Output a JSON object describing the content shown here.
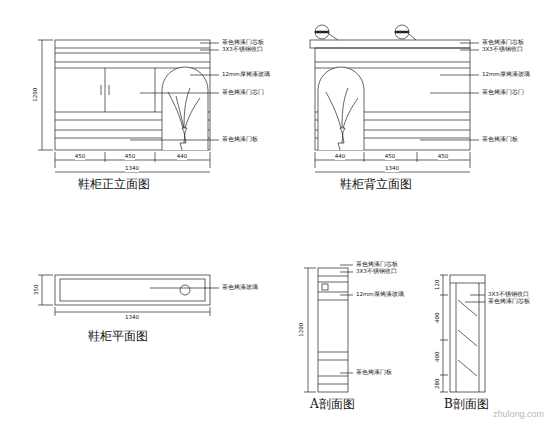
{
  "diagram": {
    "labels": [
      "茶色烤漆门芯板",
      "3X3不锈钢收口",
      "12mm厚烤漆玻璃",
      "茶色烤漆门芯门",
      "茶色烤漆门板",
      "450",
      "450",
      "440",
      "1340",
      "1200",
      "鞋柜正立面图",
      "茶色烤漆门芯板",
      "3X3不锈钢收口",
      "12mm厚烤漆玻璃",
      "茶色烤漆门芯门",
      "茶色烤漆门板",
      "440",
      "450",
      "450",
      "1340",
      "鞋柜背立面图",
      "茶色烤漆玻璃",
      "350",
      "1340",
      "鞋柜平面图",
      "茶色烤漆门芯板",
      "3X3不锈钢收口",
      "12mm厚烤漆玻璃",
      "茶色烤漆门板",
      "1200",
      "A剖面图",
      "3X3不锈钢收口",
      "茶色烤漆门芯板",
      "120",
      "400",
      "400",
      "280",
      "B剖面图",
      "zhulong.com"
    ]
  }
}
